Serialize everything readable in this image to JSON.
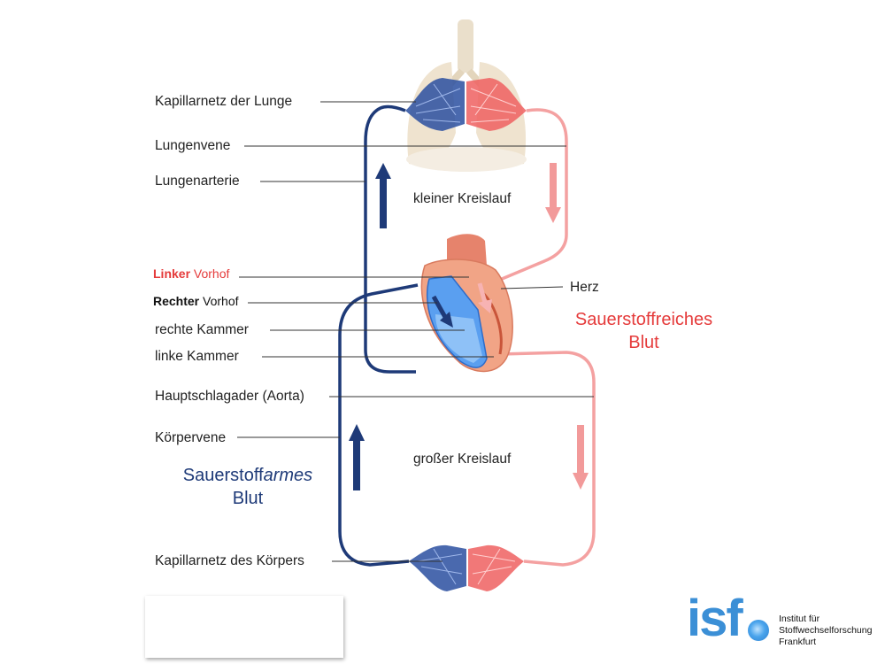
{
  "labels": {
    "kap_lunge": "Kapillarnetz der Lunge",
    "lungenvene": "Lungenvene",
    "lungenarterie": "Lungenarterie",
    "linker_bold": "Linker",
    "linker_rest": " Vorhof",
    "rechter_bold": "Rechter",
    "rechter_rest": " Vorhof",
    "rechte_kammer": "rechte Kammer",
    "linke_kammer": "linke Kammer",
    "aorta": "Hauptschlagader (Aorta)",
    "koerpervene": "Körpervene",
    "kap_koerper": "Kapillarnetz des Körpers",
    "herz": "Herz",
    "kleiner": "kleiner Kreislauf",
    "grosser": "großer Kreislauf"
  },
  "blood": {
    "reich_line1": "Sauerstoffreiches",
    "reich_line2": "Blut",
    "arm_prefix": "Sauerstoff",
    "arm_italic": "armes",
    "arm_line2": "Blut"
  },
  "logo": {
    "word": "isf",
    "line1": "Institut für",
    "line2": "Stoffwechselforschung",
    "line3": "Frankfurt"
  },
  "colors": {
    "blue": "#1e3a78",
    "red": "#f09a9a",
    "accent_red": "#e53b3b",
    "logo_blue": "#3b8fd6"
  }
}
